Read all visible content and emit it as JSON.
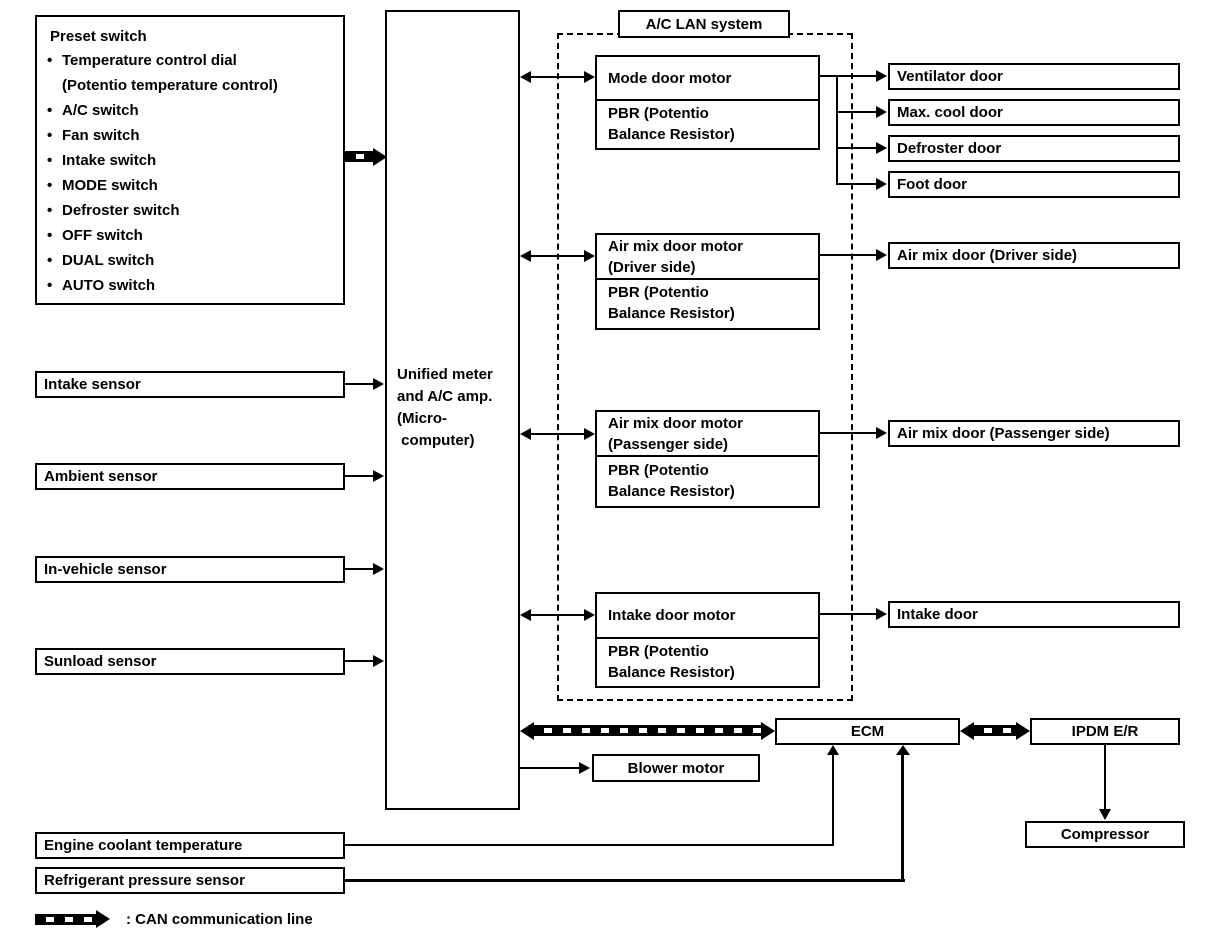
{
  "preset_switch": {
    "title": "Preset switch",
    "bullet": "•",
    "items": [
      {
        "text": "Temperature control dial"
      },
      {
        "text": "(Potentio temperature control)"
      },
      {
        "text": "A/C switch"
      },
      {
        "text": "Fan switch"
      },
      {
        "text": "Intake switch"
      },
      {
        "text": "MODE switch"
      },
      {
        "text": "Defroster switch"
      },
      {
        "text": "OFF switch"
      },
      {
        "text": "DUAL switch"
      },
      {
        "text": "AUTO switch"
      }
    ]
  },
  "amp": {
    "label": "Unified meter\nand A/C amp.\n(Micro-\n computer)"
  },
  "lan": {
    "label": "A/C LAN system"
  },
  "motors": [
    {
      "label": "Mode door motor",
      "pbr": "PBR (Potentio\nBalance Resistor)"
    },
    {
      "label": "Air mix door motor\n(Driver side)",
      "pbr": "PBR (Potentio\nBalance Resistor)"
    },
    {
      "label": "Air mix door motor\n(Passenger side)",
      "pbr": "PBR (Potentio\nBalance Resistor)"
    },
    {
      "label": "Intake door motor",
      "pbr": "PBR (Potentio\nBalance Resistor)"
    }
  ],
  "doors": [
    {
      "label": "Ventilator door"
    },
    {
      "label": "Max. cool door"
    },
    {
      "label": "Defroster door"
    },
    {
      "label": "Foot door"
    },
    {
      "label": "Air mix door (Driver side)"
    },
    {
      "label": "Air mix door (Passenger side)"
    },
    {
      "label": "Intake door"
    }
  ],
  "sensors": [
    {
      "label": "Intake sensor"
    },
    {
      "label": "Ambient sensor"
    },
    {
      "label": "In-vehicle sensor"
    },
    {
      "label": "Sunload sensor"
    }
  ],
  "engine_inputs": [
    {
      "label": "Engine coolant temperature"
    },
    {
      "label": "Refrigerant pressure sensor"
    }
  ],
  "blower": {
    "label": "Blower motor"
  },
  "ecm": {
    "label": "ECM"
  },
  "ipdm": {
    "label": "IPDM E/R"
  },
  "compressor": {
    "label": "Compressor"
  },
  "legend": {
    "label": ": CAN communication line"
  },
  "colors": {
    "line": "#000000",
    "background": "#ffffff"
  }
}
